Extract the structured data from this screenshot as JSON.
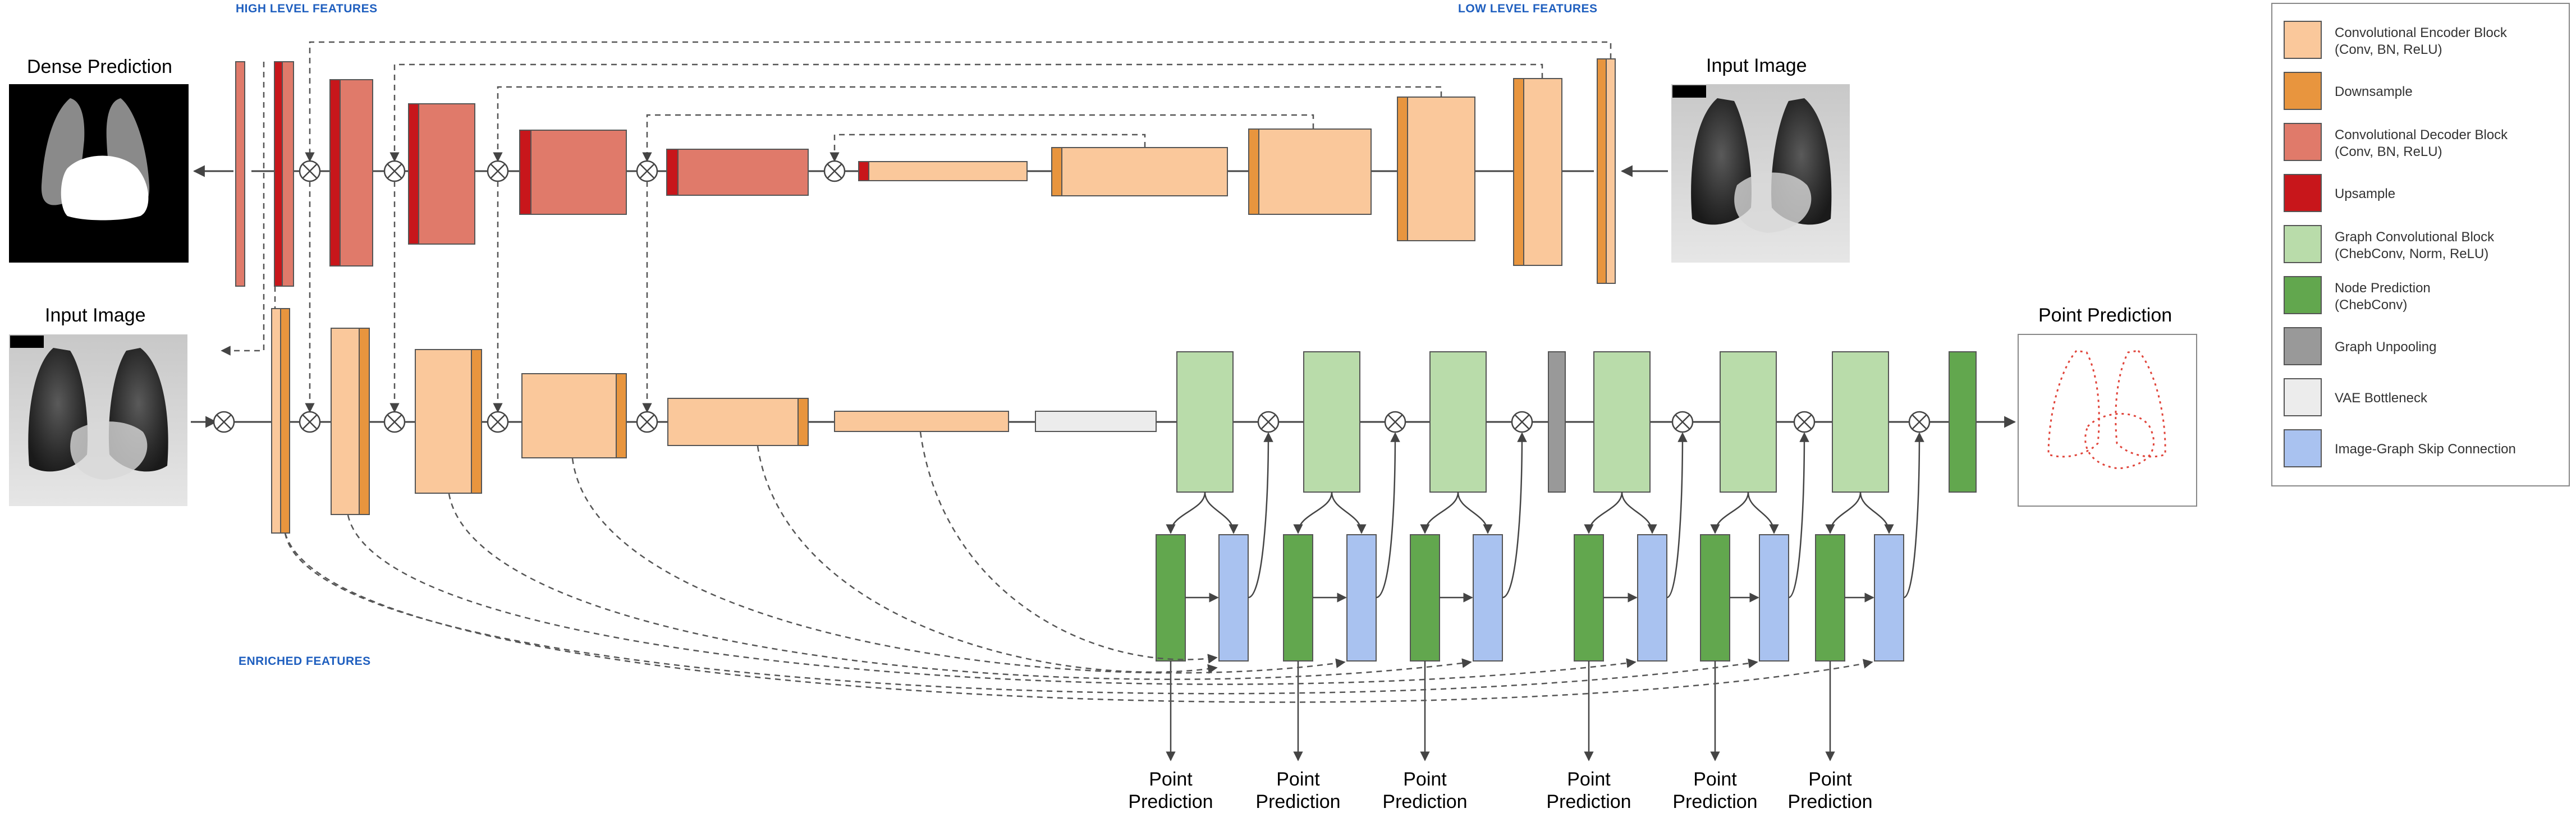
{
  "labels": {
    "high_level": "HIGH LEVEL FEATURES",
    "low_level": "LOW LEVEL FEATURES",
    "enriched": "ENRICHED FEATURES",
    "dense_prediction": "Dense Prediction",
    "input_image_top": "Input Image",
    "input_image_left": "Input Image",
    "point_prediction_title": "Point Prediction",
    "pp_line1": "Point",
    "pp_line2": "Prediction"
  },
  "legend": {
    "items": [
      {
        "color": "#fac89b",
        "line1": "Convolutional Encoder Block",
        "line2": "(Conv, BN, ReLU)"
      },
      {
        "color": "#e8953e",
        "line1": "Downsample",
        "line2": ""
      },
      {
        "color": "#e07a6a",
        "line1": "Convolutional Decoder Block",
        "line2": "(Conv, BN, ReLU)"
      },
      {
        "color": "#c8161b",
        "line1": "Upsample",
        "line2": ""
      },
      {
        "color": "#b9dcaa",
        "line1": "Graph Convolutional Block",
        "line2": "(ChebConv, Norm, ReLU)"
      },
      {
        "color": "#62a74e",
        "line1": "Node Prediction",
        "line2": "(ChebConv)"
      },
      {
        "color": "#999999",
        "line1": "Graph Unpooling",
        "line2": ""
      },
      {
        "color": "#ececec",
        "line1": "VAE Bottleneck",
        "line2": ""
      },
      {
        "color": "#a9c2f0",
        "line1": "Image-Graph Skip Connection",
        "line2": ""
      }
    ]
  },
  "colors": {
    "encoder": "#fac89b",
    "downsample": "#e8953e",
    "decoder": "#e07a6a",
    "upsample": "#c8161b",
    "graph_conv": "#b9dcaa",
    "node_pred": "#62a74e",
    "unpool": "#999999",
    "vae": "#ececec",
    "skip": "#a9c2f0",
    "label_blue": "#1f5fbf"
  },
  "icons": {
    "merge": "circle-times-icon",
    "xray": "chest-xray-image",
    "mask": "segmentation-mask-image",
    "landmarks": "dotted-contour-image"
  }
}
